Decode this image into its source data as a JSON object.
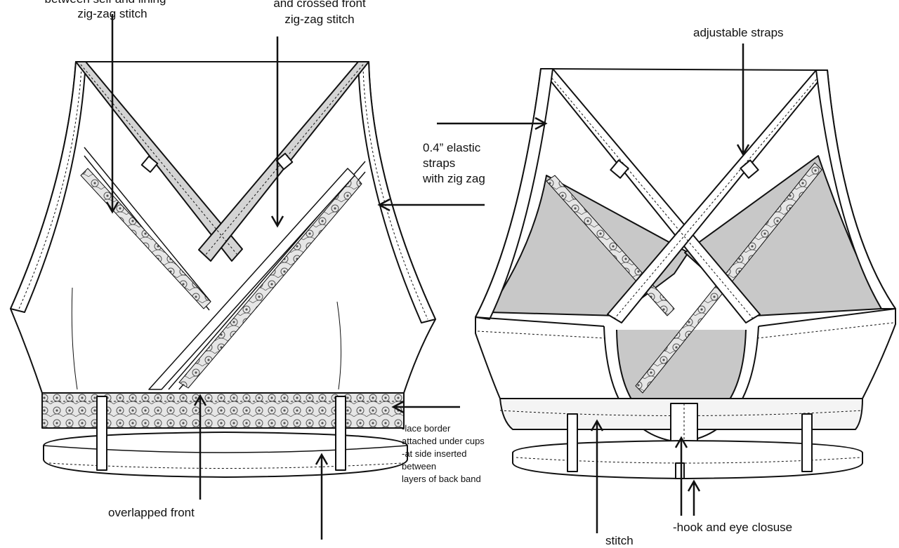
{
  "labels": {
    "top_left_line1": "between self and lining",
    "top_left_line2": "zig-zag stitch",
    "top_mid_line1": "and crossed front",
    "top_mid_line2": "zig-zag stitch",
    "adjustable_straps": "adjustable straps",
    "elastic_line1": "0.4” elastic",
    "elastic_line2": "straps",
    "elastic_line3": "with zig zag",
    "lace_line1": "-lace border",
    "lace_line2": "attached under cups",
    "lace_line3": "-at side inserted",
    "lace_line4": "between",
    "lace_line5": "layers of back band",
    "overlapped_front": "overlapped front",
    "hook_eye": "-hook and eye closuse",
    "stitch_bottom": "stitch"
  },
  "colors": {
    "outline": "#111111",
    "gray_fill": "#c8c8c8",
    "light_fill": "#f2f2f2",
    "trim_fill": "#d9d9d9"
  }
}
